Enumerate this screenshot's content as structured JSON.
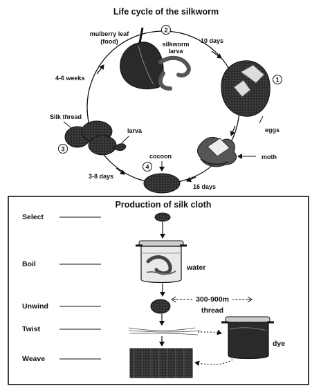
{
  "cycle": {
    "title": "Life cycle of the silkworm",
    "mulberry_leaf": [
      "mulberry leaf",
      "(food)"
    ],
    "silkworm_larva": [
      "silkworm",
      "larva"
    ],
    "stage_numbers": [
      "1",
      "2",
      "3",
      "4"
    ],
    "durations": {
      "leaf_to_eggs": "10 days",
      "thread_to_leaf": "4-6 weeks",
      "thread_to_cocoon": "3-8 days",
      "cocoon_to_moth": "16 days"
    },
    "silk_thread": "Silk thread",
    "larva": "larva",
    "cocoon": "cocoon",
    "moth": "moth",
    "eggs": "eggs"
  },
  "production": {
    "title": "Production of silk cloth",
    "steps": [
      "Select",
      "Boil",
      "Unwind",
      "Twist",
      "Weave"
    ],
    "water": "water",
    "length": "300-900m",
    "thread": "thread",
    "dye": "dye"
  },
  "colors": {
    "ink": "#111111",
    "dark_fill": "#2a2a2a",
    "background": "#ffffff"
  }
}
